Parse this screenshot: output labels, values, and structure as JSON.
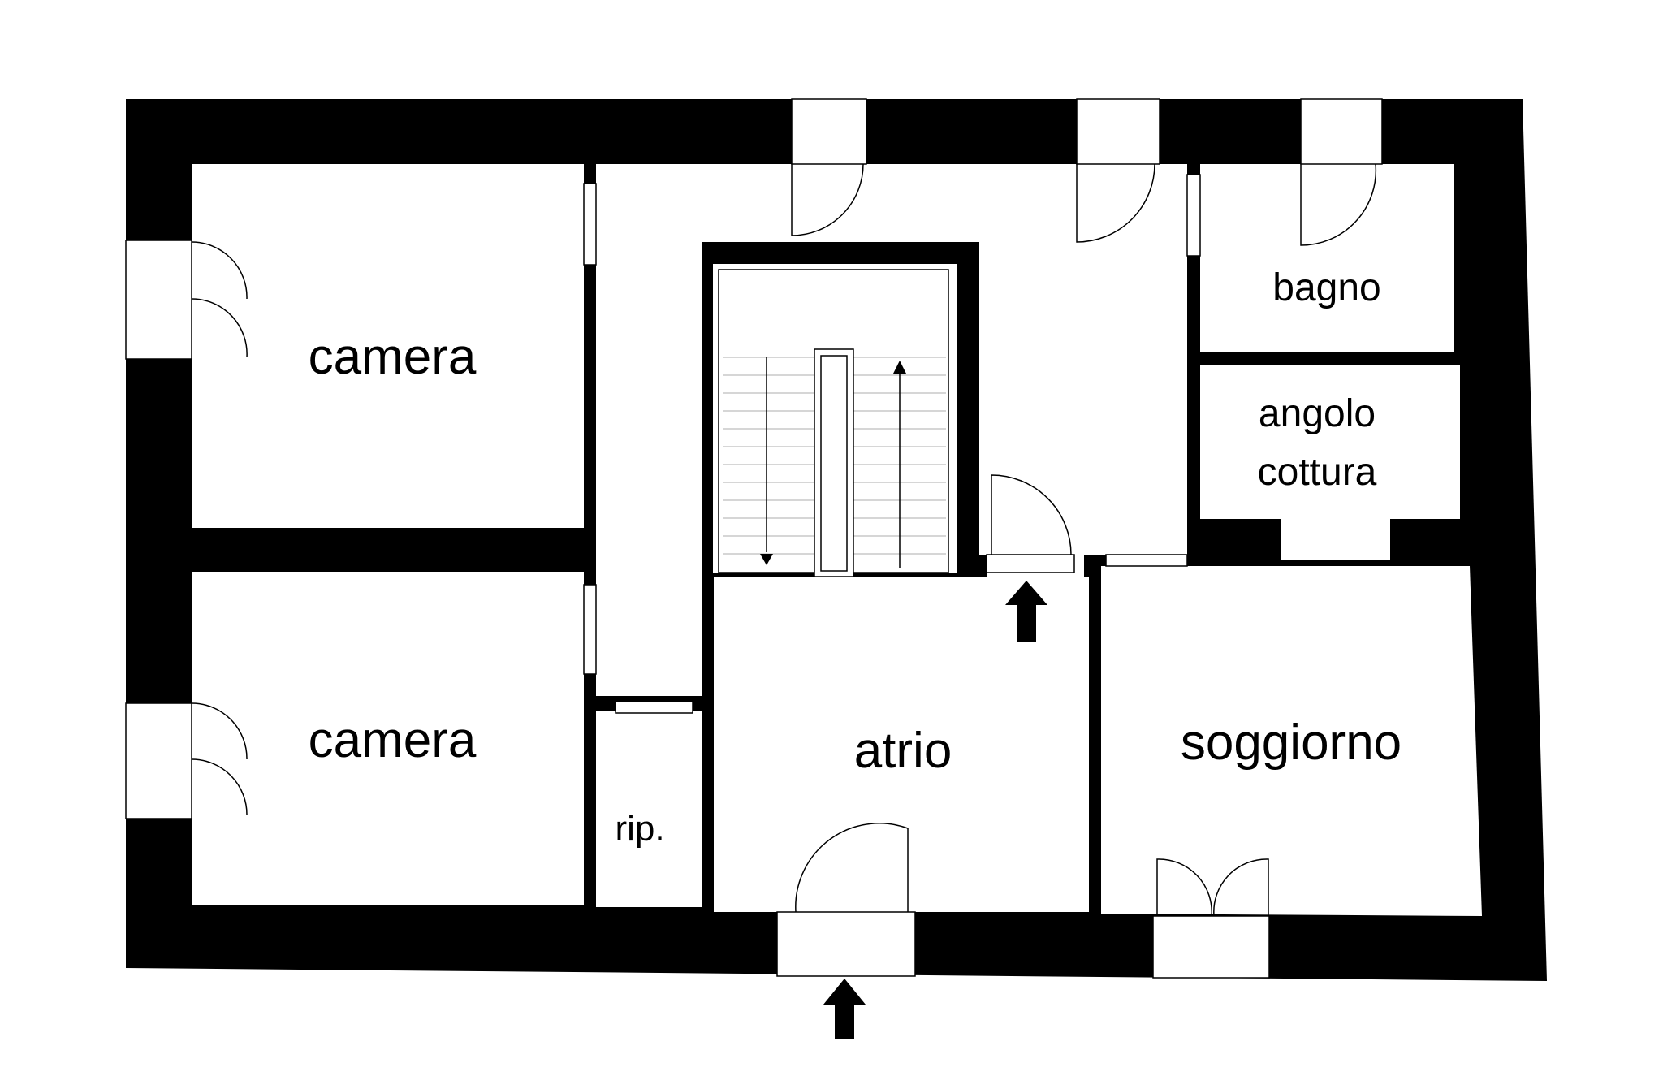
{
  "rooms": {
    "camera_top": "camera",
    "camera_bottom": "camera",
    "bagno": "bagno",
    "angolo_line1": "angolo",
    "angolo_line2": "cottura",
    "atrio": "atrio",
    "soggiorno": "soggiorno",
    "ripostiglio": "rip."
  },
  "colors": {
    "wall": "#000000",
    "floor": "#ffffff"
  },
  "icons": {
    "entry_main": "arrow-up-icon",
    "entry_secondary": "arrow-up-icon"
  }
}
